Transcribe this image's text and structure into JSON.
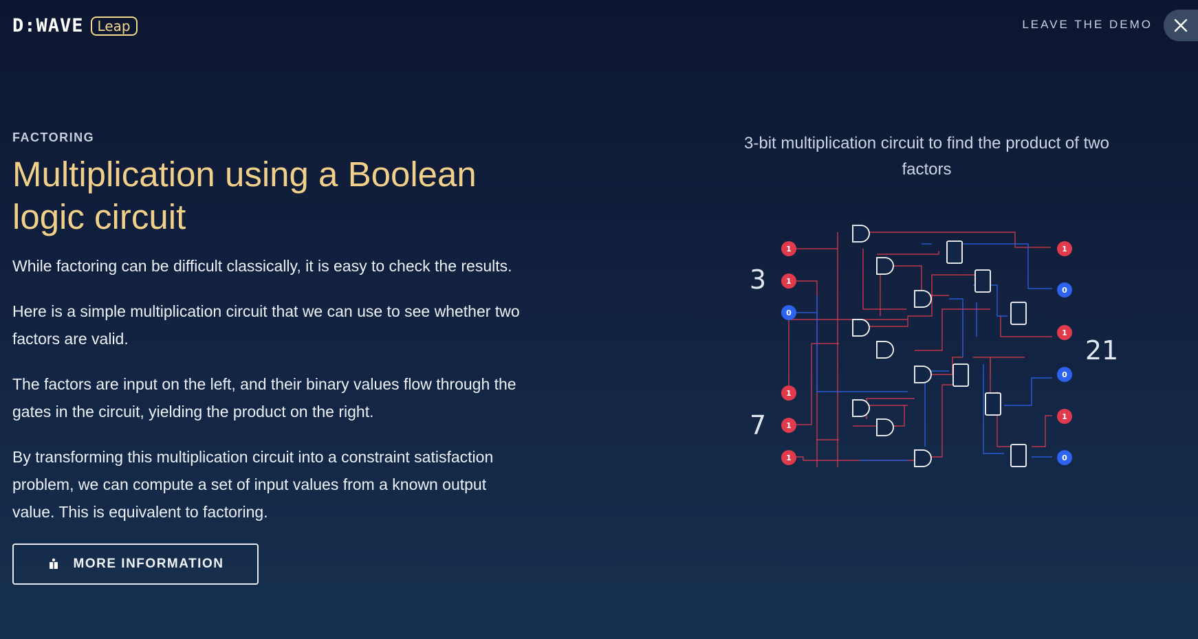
{
  "header": {
    "logo_text": "D:WAVE",
    "logo_badge": "Leap",
    "leave_label": "LEAVE THE DEMO"
  },
  "main": {
    "eyebrow": "FACTORING",
    "title": "Multiplication using a Boolean logic circuit",
    "paragraphs": [
      "While factoring can be difficult classically, it is easy to check the results.",
      "Here is a simple multiplication circuit that we can use to see whether two factors are valid.",
      "The factors are input on the left, and their binary values flow through the gates in the circuit, yielding the product on the right.",
      "By transforming this multiplication circuit into a constraint satisfaction problem, we can compute a set of input values from a known output value. This is equivalent to factoring."
    ],
    "more_button": "MORE INFORMATION"
  },
  "circuit": {
    "caption": "3-bit multiplication circuit to find the product of two factors",
    "factor_a": "3",
    "factor_b": "7",
    "product": "21",
    "input_bits_a": [
      "1",
      "1",
      "0"
    ],
    "input_bits_b": [
      "1",
      "1",
      "1"
    ],
    "output_bits": [
      "1",
      "0",
      "1",
      "0",
      "1",
      "0"
    ]
  },
  "colors": {
    "one_bit": "#e23a4d",
    "zero_bit": "#2e63f0",
    "accent": "#f1d08a"
  },
  "icons": {
    "close": "close-icon",
    "book": "book-icon"
  }
}
